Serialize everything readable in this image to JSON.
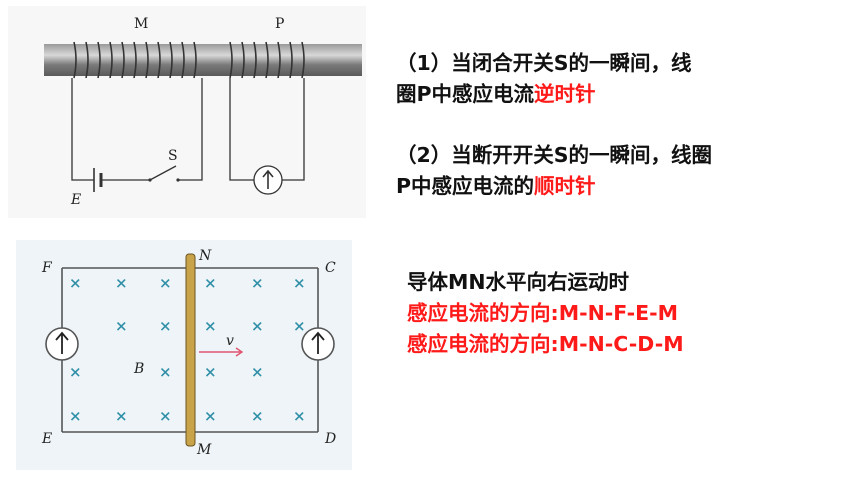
{
  "colors": {
    "text": "#111111",
    "highlight": "#ff1a1a",
    "diagram_bg_top": "#f7f7f7",
    "diagram_bg_bottom": "#eef4f7",
    "rod": "#c9a34a",
    "cross_mark": "#2f8fa8"
  },
  "diagram_top": {
    "labels": {
      "m": "M",
      "p": "P",
      "s": "S",
      "e": "E"
    }
  },
  "diagram_bottom": {
    "labels": {
      "f": "F",
      "n": "N",
      "c": "C",
      "b": "B",
      "v": "v",
      "e": "E",
      "m": "M",
      "d": "D"
    },
    "field_mark": "×"
  },
  "text": {
    "q1_line1": "（1）当闭合开关S的一瞬间，线",
    "q1_line2_prefix": "圈P中感应电流",
    "q1_line2_answer": "逆时针",
    "q2_line1": "（2）当断开开关S的一瞬间，线圈",
    "q2_line2_prefix": "P中感应电流的",
    "q2_line2_answer": "顺时针",
    "motion": "导体MN水平向右运动时",
    "answer1": "感应电流的方向:M-N-F-E-M",
    "answer2": "感应电流的方向:M-N-C-D-M"
  }
}
